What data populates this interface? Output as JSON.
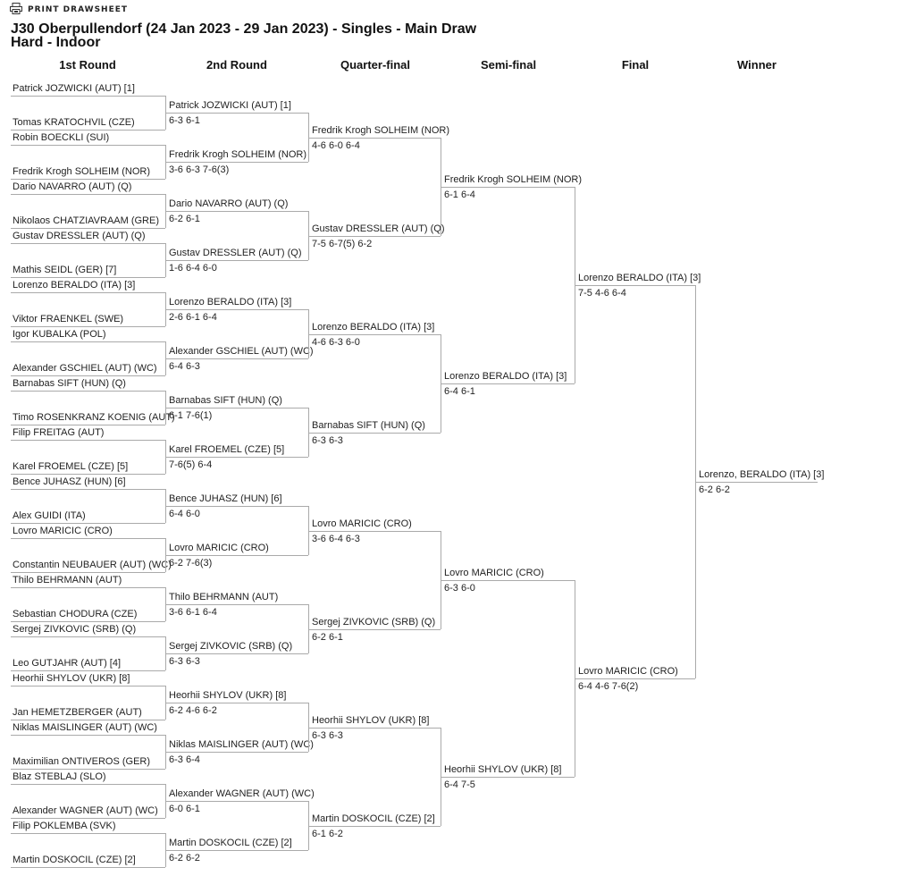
{
  "toolbar": {
    "print_label": "PRINT DRAWSHEET",
    "print_icon": "printer-icon"
  },
  "header": {
    "title": "J30 Oberpullendorf (24 Jan 2023 - 29 Jan 2023) - Singles - Main Draw",
    "subtitle": "Hard - Indoor"
  },
  "round_headers": [
    "1st Round",
    "2nd Round",
    "Quarter-final",
    "Semi-final",
    "Final",
    "Winner"
  ],
  "first_round": [
    "Patrick JOZWICKI (AUT) [1]",
    "Tomas KRATOCHVIL (CZE)",
    "Robin BOECKLI (SUI)",
    "Fredrik Krogh SOLHEIM (NOR)",
    "Dario NAVARRO (AUT) (Q)",
    "Nikolaos CHATZIAVRAAM (GRE)",
    "Gustav DRESSLER (AUT) (Q)",
    "Mathis SEIDL (GER) [7]",
    "Lorenzo BERALDO (ITA) [3]",
    "Viktor FRAENKEL (SWE)",
    "Igor KUBALKA (POL)",
    "Alexander GSCHIEL (AUT) (WC)",
    "Barnabas SIFT (HUN) (Q)",
    "Timo ROSENKRANZ KOENIG (AUT)",
    "Filip FREITAG (AUT)",
    "Karel FROEMEL (CZE) [5]",
    "Bence JUHASZ (HUN) [6]",
    "Alex GUIDI (ITA)",
    "Lovro MARICIC (CRO)",
    "Constantin NEUBAUER (AUT) (WC)",
    "Thilo BEHRMANN (AUT)",
    "Sebastian CHODURA (CZE)",
    "Sergej ZIVKOVIC (SRB) (Q)",
    "Leo GUTJAHR (AUT) [4]",
    "Heorhii SHYLOV (UKR) [8]",
    "Jan HEMETZBERGER (AUT)",
    "Niklas MAISLINGER (AUT) (WC)",
    "Maximilian ONTIVEROS (GER)",
    "Blaz STEBLAJ (SLO)",
    "Alexander WAGNER (AUT) (WC)",
    "Filip POKLEMBA (SVK)",
    "Martin DOSKOCIL (CZE) [2]"
  ],
  "rounds": [
    [
      {
        "name": "Patrick JOZWICKI (AUT) [1]",
        "score": "6-3 6-1"
      },
      {
        "name": "Fredrik Krogh SOLHEIM (NOR)",
        "score": "3-6 6-3 7-6(3)"
      },
      {
        "name": "Dario NAVARRO (AUT) (Q)",
        "score": "6-2 6-1"
      },
      {
        "name": "Gustav DRESSLER (AUT) (Q)",
        "score": "1-6 6-4 6-0"
      },
      {
        "name": "Lorenzo BERALDO (ITA) [3]",
        "score": "2-6 6-1 6-4"
      },
      {
        "name": "Alexander GSCHIEL (AUT) (WC)",
        "score": "6-4 6-3"
      },
      {
        "name": "Barnabas SIFT (HUN) (Q)",
        "score": "6-1 7-6(1)"
      },
      {
        "name": "Karel FROEMEL (CZE) [5]",
        "score": "7-6(5) 6-4"
      },
      {
        "name": "Bence JUHASZ (HUN) [6]",
        "score": "6-4 6-0"
      },
      {
        "name": "Lovro MARICIC (CRO)",
        "score": "6-2 7-6(3)"
      },
      {
        "name": "Thilo BEHRMANN (AUT)",
        "score": "3-6 6-1 6-4"
      },
      {
        "name": "Sergej ZIVKOVIC (SRB) (Q)",
        "score": "6-3 6-3"
      },
      {
        "name": "Heorhii SHYLOV (UKR) [8]",
        "score": "6-2 4-6 6-2"
      },
      {
        "name": "Niklas MAISLINGER (AUT) (WC)",
        "score": "6-3 6-4"
      },
      {
        "name": "Alexander WAGNER (AUT) (WC)",
        "score": "6-0 6-1"
      },
      {
        "name": "Martin DOSKOCIL (CZE) [2]",
        "score": "6-2 6-2"
      }
    ],
    [
      {
        "name": "Fredrik Krogh SOLHEIM (NOR)",
        "score": "4-6 6-0 6-4"
      },
      {
        "name": "Gustav DRESSLER (AUT) (Q)",
        "score": "7-5 6-7(5) 6-2"
      },
      {
        "name": "Lorenzo BERALDO (ITA) [3]",
        "score": "4-6 6-3 6-0"
      },
      {
        "name": "Barnabas SIFT (HUN) (Q)",
        "score": "6-3 6-3"
      },
      {
        "name": "Lovro MARICIC (CRO)",
        "score": "3-6 6-4 6-3"
      },
      {
        "name": "Sergej ZIVKOVIC (SRB) (Q)",
        "score": "6-2 6-1"
      },
      {
        "name": "Heorhii SHYLOV (UKR) [8]",
        "score": "6-3 6-3"
      },
      {
        "name": "Martin DOSKOCIL (CZE) [2]",
        "score": "6-1 6-2"
      }
    ],
    [
      {
        "name": "Fredrik Krogh SOLHEIM (NOR)",
        "score": "6-1 6-4"
      },
      {
        "name": "Lorenzo BERALDO (ITA) [3]",
        "score": "6-4 6-1"
      },
      {
        "name": "Lovro MARICIC (CRO)",
        "score": "6-3 6-0"
      },
      {
        "name": "Heorhii SHYLOV (UKR) [8]",
        "score": "6-4 7-5"
      }
    ],
    [
      {
        "name": "Lorenzo BERALDO (ITA) [3]",
        "score": "7-5 4-6 6-4"
      },
      {
        "name": "Lovro MARICIC (CRO)",
        "score": "6-4 4-6 7-6(2)"
      }
    ],
    [
      {
        "name": "Lorenzo, BERALDO (ITA) [3]",
        "score": "6-2 6-2"
      }
    ]
  ]
}
